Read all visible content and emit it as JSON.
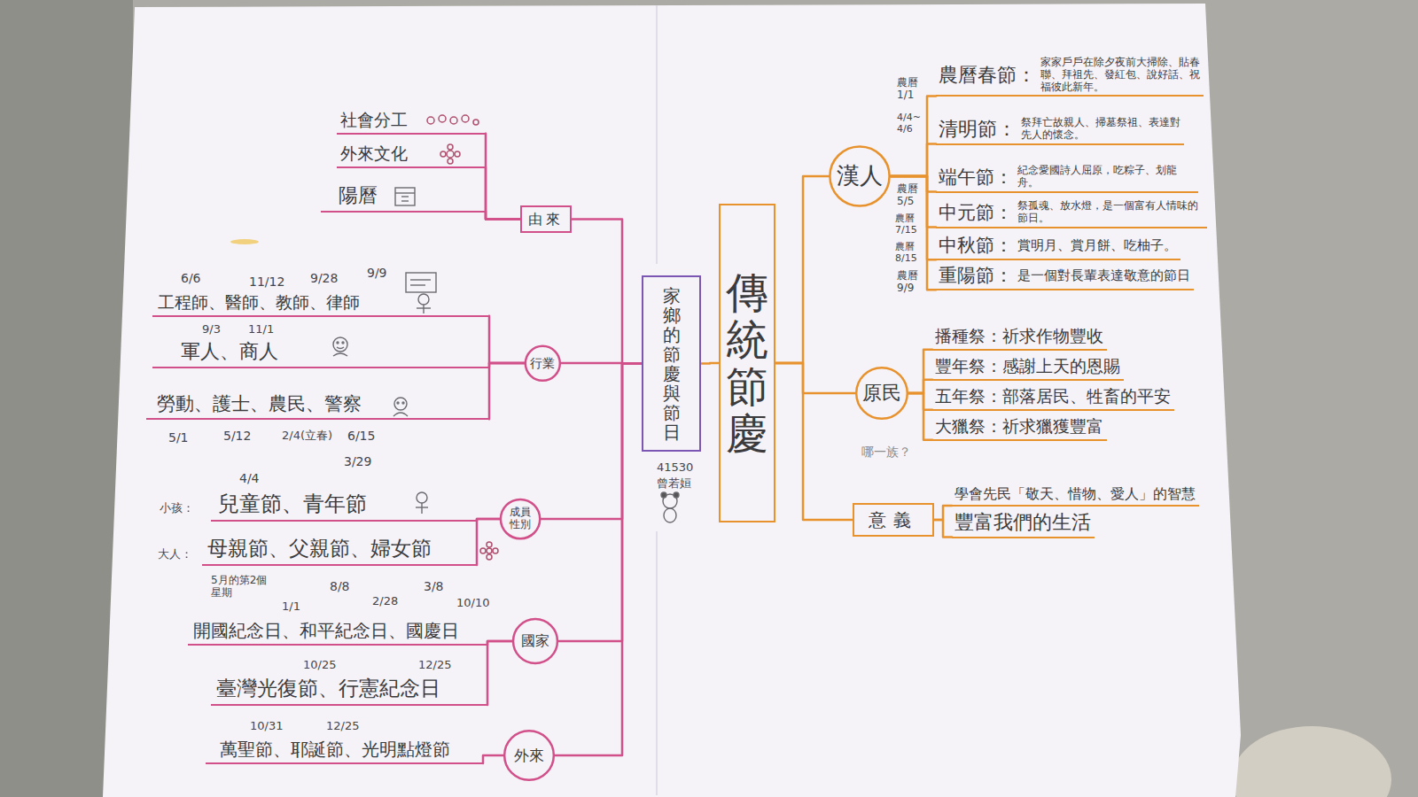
{
  "diagram": {
    "nodes": [
      {
        "text": [
          "家鄉的節慶與節日"
        ]
      },
      {
        "text": [
          "傳統節慶"
        ]
      },
      {
        "text": [
          "漢人"
        ]
      },
      {
        "text": [
          "農曆春節：",
          "家家戶戶在除夕夜前大掃除、貼春聯、拜祖先、發紅包、說好話、祝福彼此新年。"
        ]
      },
      {
        "text": [
          "清明節：",
          "祭拜亡故親人、掃墓祭祖、表達對先人的懷念。"
        ]
      },
      {
        "text": [
          "端午節：",
          "紀念愛國詩人屈原，吃粽子、划龍舟。"
        ]
      },
      {
        "text": [
          "中元節：",
          "祭孤魂、放水燈，是一個富有人情味的節日。"
        ]
      },
      {
        "text": [
          "中秋節：",
          "賞明月、賞月餅、吃柚子。"
        ]
      },
      {
        "text": [
          "重陽節：",
          "是一個對長輩表達敬意的節日"
        ]
      },
      {
        "text": [
          "原民"
        ]
      },
      {
        "text": [
          "播種祭：祈求作物豐收"
        ]
      },
      {
        "text": [
          "豐年祭：感謝上天的恩賜"
        ]
      },
      {
        "text": [
          "五年祭：部落居民、牲畜的平安"
        ]
      },
      {
        "text": [
          "大獵祭：祈求獵獲豐富"
        ]
      },
      {
        "text": [
          "意義"
        ]
      },
      {
        "text": [
          "學會先民「敬天、惜物、愛人」的智慧"
        ]
      },
      {
        "text": [
          "豐富我們的生活"
        ]
      },
      {
        "text": [
          "由來"
        ]
      },
      {
        "text": [
          "社會分工"
        ]
      },
      {
        "text": [
          "外來文化"
        ]
      },
      {
        "text": [
          "陽曆"
        ]
      },
      {
        "text": [
          "行業"
        ]
      },
      {
        "text": [
          "工程師、醫師、教師、律師"
        ]
      },
      {
        "text": [
          "軍人、商人"
        ]
      },
      {
        "text": [
          "勞動、護士、農民、警察"
        ]
      },
      {
        "text": [
          "成員性別"
        ]
      },
      {
        "text": [
          "兒童節、青年節"
        ]
      },
      {
        "text": [
          "母親節、父親節、婦女節"
        ]
      },
      {
        "text": [
          "國家"
        ]
      },
      {
        "text": [
          "開國紀念日、和平紀念日、國慶日"
        ]
      },
      {
        "text": [
          "臺灣光復節、行憲紀念日"
        ]
      },
      {
        "text": [
          "外來"
        ]
      },
      {
        "text": [
          "萬聖節、耶誕節、光明點燈節"
        ]
      }
    ],
    "edges": [
      {
        "from": 0,
        "to": 1,
        "arrow": "none"
      },
      {
        "from": 1,
        "to": 2,
        "arrow": "none"
      },
      {
        "from": 2,
        "to": 3,
        "arrow": "none"
      },
      {
        "from": 2,
        "to": 4,
        "arrow": "none"
      },
      {
        "from": 2,
        "to": 5,
        "arrow": "none"
      },
      {
        "from": 2,
        "to": 6,
        "arrow": "none"
      },
      {
        "from": 2,
        "to": 7,
        "arrow": "none"
      },
      {
        "from": 2,
        "to": 8,
        "arrow": "none"
      },
      {
        "from": 1,
        "to": 9,
        "arrow": "none"
      },
      {
        "from": 9,
        "to": 10,
        "arrow": "none"
      },
      {
        "from": 9,
        "to": 11,
        "arrow": "none"
      },
      {
        "from": 9,
        "to": 12,
        "arrow": "none"
      },
      {
        "from": 9,
        "to": 13,
        "arrow": "none"
      },
      {
        "from": 1,
        "to": 14,
        "arrow": "none"
      },
      {
        "from": 14,
        "to": 15,
        "arrow": "none"
      },
      {
        "from": 14,
        "to": 16,
        "arrow": "none"
      },
      {
        "from": 0,
        "to": 17,
        "arrow": "none"
      },
      {
        "from": 17,
        "to": 18,
        "arrow": "none"
      },
      {
        "from": 17,
        "to": 19,
        "arrow": "none"
      },
      {
        "from": 17,
        "to": 20,
        "arrow": "none"
      },
      {
        "from": 0,
        "to": 21,
        "arrow": "none"
      },
      {
        "from": 21,
        "to": 22,
        "arrow": "none"
      },
      {
        "from": 21,
        "to": 23,
        "arrow": "none"
      },
      {
        "from": 21,
        "to": 24,
        "arrow": "none"
      },
      {
        "from": 0,
        "to": 25,
        "arrow": "none"
      },
      {
        "from": 25,
        "to": 26,
        "arrow": "none"
      },
      {
        "from": 25,
        "to": 27,
        "arrow": "none"
      },
      {
        "from": 0,
        "to": 28,
        "arrow": "none"
      },
      {
        "from": 28,
        "to": 29,
        "arrow": "none"
      },
      {
        "from": 28,
        "to": 30,
        "arrow": "none"
      },
      {
        "from": 0,
        "to": 31,
        "arrow": "none"
      },
      {
        "from": 31,
        "to": 32,
        "arrow": "none"
      }
    ],
    "labels": [
      "41530",
      "曾若姮",
      "農曆1/1",
      "4/4~4/6",
      "農曆5/5",
      "農曆7/15",
      "農曆8/15",
      "農曆9/9",
      "哪一族？",
      "6/6",
      "11/12",
      "9/28",
      "9/9",
      "9/3",
      "11/1",
      "5/1",
      "5/12",
      "2/4(立春)",
      "6/15",
      "小孩：",
      "4/4",
      "3/29",
      "大人：",
      "5月的第2個星期",
      "1/1",
      "8/8",
      "2/28",
      "3/8",
      "10/10",
      "10/25",
      "12/25",
      "10/31",
      "12/25"
    ]
  }
}
